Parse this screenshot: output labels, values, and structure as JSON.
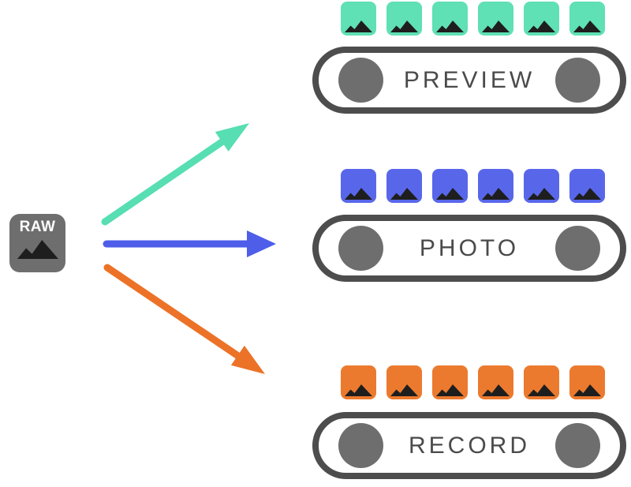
{
  "diagram": {
    "source": {
      "label": "RAW",
      "icon": "mountain-image-icon"
    },
    "pipelines": [
      {
        "id": "preview",
        "label": "PREVIEW",
        "color": "#5FE0B5",
        "frame_count": 6
      },
      {
        "id": "photo",
        "label": "PHOTO",
        "color": "#5867EA",
        "frame_count": 6
      },
      {
        "id": "record",
        "label": "RECORD",
        "color": "#EC7A2E",
        "frame_count": 6
      }
    ],
    "arrows": [
      {
        "from": "raw",
        "to": "preview",
        "color": "#57DEB2"
      },
      {
        "from": "raw",
        "to": "photo",
        "color": "#4E5EE9"
      },
      {
        "from": "raw",
        "to": "record",
        "color": "#EC7228"
      }
    ],
    "colors": {
      "background": "#FFFFFF",
      "node_box": "#6E6E6E",
      "node_label": "#FFFFFF",
      "belt_outline": "#4D4D4D",
      "belt_wheel": "#6E6E6E",
      "belt_label": "#4A4A4A",
      "frame_glyph": "#1E1E1E"
    }
  }
}
